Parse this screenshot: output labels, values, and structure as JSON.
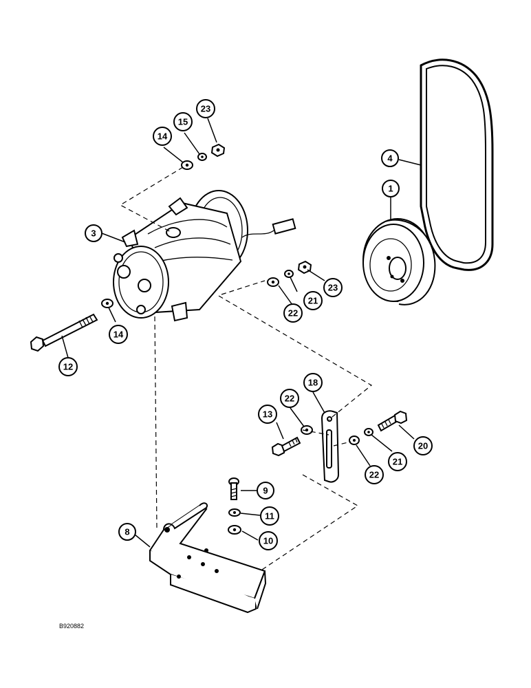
{
  "figure_id": "B920882",
  "callouts": [
    {
      "id": "c1",
      "label": "1"
    },
    {
      "id": "c3",
      "label": "3"
    },
    {
      "id": "c4",
      "label": "4"
    },
    {
      "id": "c8",
      "label": "8"
    },
    {
      "id": "c9",
      "label": "9"
    },
    {
      "id": "c10",
      "label": "10"
    },
    {
      "id": "c11",
      "label": "11"
    },
    {
      "id": "c12",
      "label": "12"
    },
    {
      "id": "c13",
      "label": "13"
    },
    {
      "id": "c14a",
      "label": "14"
    },
    {
      "id": "c14b",
      "label": "14"
    },
    {
      "id": "c15",
      "label": "15"
    },
    {
      "id": "c18",
      "label": "18"
    },
    {
      "id": "c20",
      "label": "20"
    },
    {
      "id": "c21a",
      "label": "21"
    },
    {
      "id": "c21b",
      "label": "21"
    },
    {
      "id": "c22a",
      "label": "22"
    },
    {
      "id": "c22b",
      "label": "22"
    },
    {
      "id": "c22c",
      "label": "22"
    },
    {
      "id": "c23a",
      "label": "23"
    },
    {
      "id": "c23b",
      "label": "23"
    }
  ]
}
